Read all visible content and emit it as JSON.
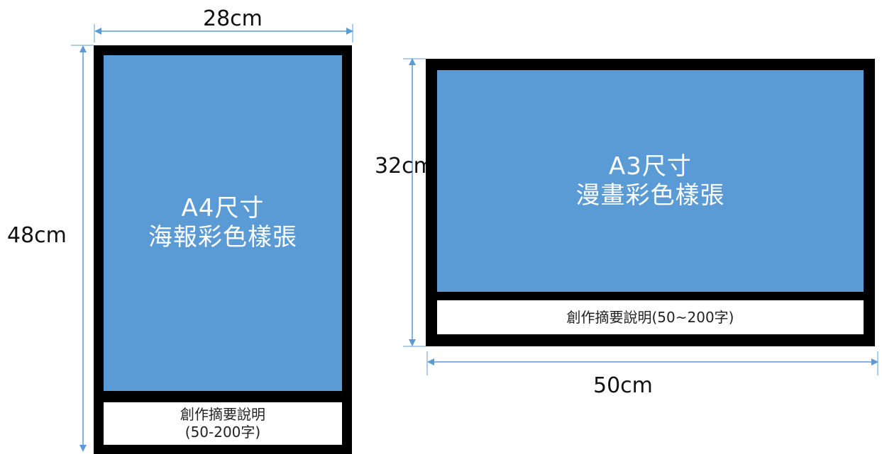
{
  "poster": {
    "width_label": "28cm",
    "height_label": "48cm",
    "title_line1": "A4尺寸",
    "title_line2": "海報彩色樣張",
    "caption_line1": "創作摘要說明",
    "caption_line2": "(50-200字)"
  },
  "comic": {
    "width_label": "50cm",
    "height_label": "32cm",
    "title_line1": "A3尺寸",
    "title_line2": "漫畫彩色樣張",
    "caption": "創作摘要說明(50~200字)"
  },
  "colors": {
    "panel_blue": "#5b9bd5",
    "frame_black": "#000000",
    "arrow_blue": "#5b9bd5"
  }
}
